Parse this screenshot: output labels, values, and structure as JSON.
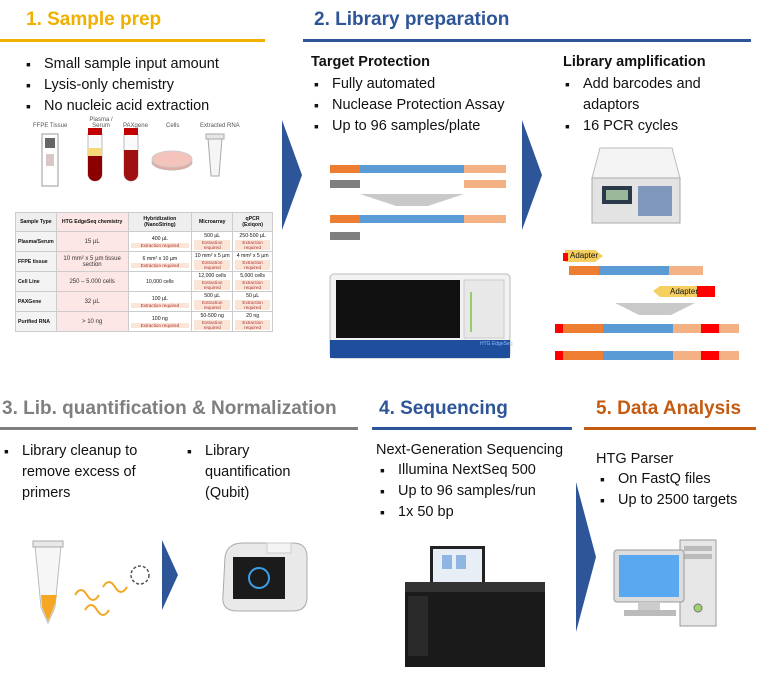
{
  "sections": {
    "s1": {
      "title": "1. Sample prep",
      "bullets": [
        "Small sample input amount",
        "Lysis-only chemistry",
        "No nucleic acid extraction"
      ],
      "sample_labels": [
        "FFPE Tissue",
        "Plasma / Serum",
        "PAXgene",
        "Cells",
        "Extracted RNA"
      ]
    },
    "s2": {
      "title": "2. Library preparation",
      "target": {
        "heading": "Target Protection",
        "bullets": [
          "Fully automated",
          "Nuclease Protection Assay",
          "Up to 96 samples/plate"
        ]
      },
      "amp": {
        "heading": "Library amplification",
        "bullets": [
          "Add barcodes and adaptors",
          "16 PCR cycles"
        ]
      },
      "adapter_labels": [
        "Adapter",
        "Adapter"
      ],
      "instrument_label": "HTG EdgeSeq"
    },
    "s3": {
      "title": "3. Lib. quantification & Normalization",
      "left_bullets": [
        "Library cleanup to remove excess of primers"
      ],
      "right_bullets": [
        "Library quantification (Qubit)"
      ]
    },
    "s4": {
      "title": "4. Sequencing",
      "heading": "Next-Generation Sequencing",
      "bullets": [
        "Illumina NextSeq 500",
        "Up to 96 samples/run",
        "1x 50 bp"
      ]
    },
    "s5": {
      "title": "5. Data Analysis",
      "heading": "HTG Parser",
      "bullets": [
        "On FastQ files",
        "Up to 2500 targets"
      ]
    }
  },
  "table": {
    "headers": [
      "Sample Type",
      "HTG EdgeSeq chemistry",
      "Hybridization (NanoString)",
      "Microarray",
      "qPCR (Exiqon)"
    ],
    "rows": [
      {
        "type": "Plasma/Serum",
        "htg": "15 µL",
        "hyb": "400 µL",
        "micro": "500 µL",
        "qpcr": "250-500 µL"
      },
      {
        "type": "FFPE tissue",
        "htg": "10 mm² x 5 µm tissue section",
        "hyb": "6 mm² x 10 µm",
        "micro": "10 mm² x 5 µm",
        "qpcr": "4 mm² x 5 µm"
      },
      {
        "type": "Cell Line",
        "htg": "250 – 5.000 cells",
        "hyb": "10,000 cells",
        "micro": "12,000 cells",
        "qpcr": "5,000 cells"
      },
      {
        "type": "PAXGene",
        "htg": "32 µL",
        "hyb": "100 µL",
        "micro": "500 µL",
        "qpcr": "50 µL"
      },
      {
        "type": "Purified RNA",
        "htg": "> 10 ng",
        "hyb": "100 ng",
        "micro": "50-500 ng",
        "qpcr": "20 ng"
      }
    ],
    "extraction_note": "Extraction required"
  },
  "colors": {
    "gold": "#f0b000",
    "blue": "#2e5597",
    "gray": "#7f7f7f",
    "orange": "#c55a11",
    "seq_orange": "#ed7d31",
    "seq_blue": "#5b9bd5",
    "seq_peach": "#f4b183",
    "seq_gray": "#7f7f7f",
    "seq_red": "#ff0000"
  }
}
